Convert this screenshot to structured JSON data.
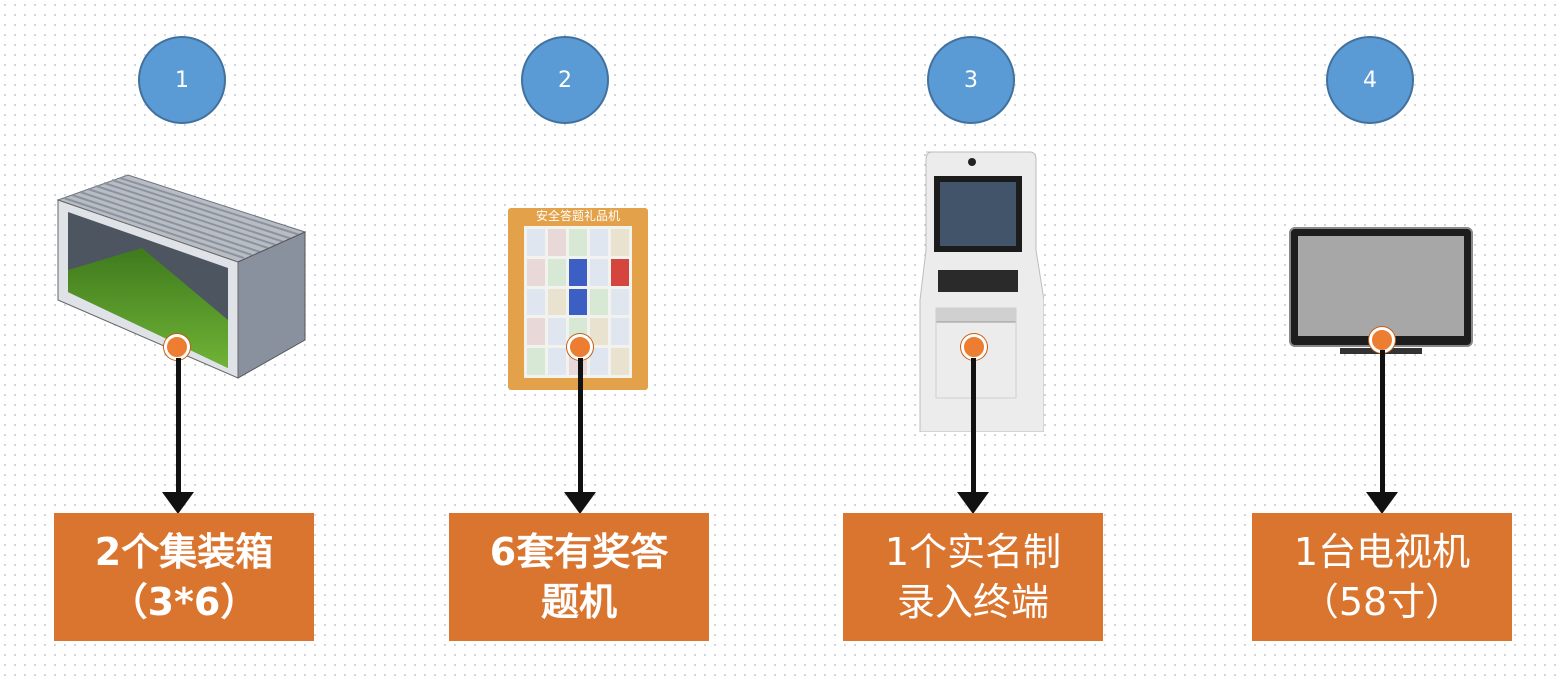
{
  "items": [
    {
      "number": "1",
      "line1": "2个集装箱",
      "line2": "（3*6）",
      "icon": "shipping-container"
    },
    {
      "number": "2",
      "line1": "6套有奖答",
      "line2": "题机",
      "icon": "quiz-vending-machine",
      "machine_title": "安全答题礼品机"
    },
    {
      "number": "3",
      "line1": "1个实名制",
      "line2": "录入终端",
      "icon": "registration-kiosk"
    },
    {
      "number": "4",
      "line1": "1台电视机",
      "line2": "（58寸）",
      "icon": "television"
    }
  ],
  "colors": {
    "badge": "#5b9bd5",
    "label": "#d9752f",
    "pin": "#ed7d31",
    "arrow": "#111111"
  }
}
